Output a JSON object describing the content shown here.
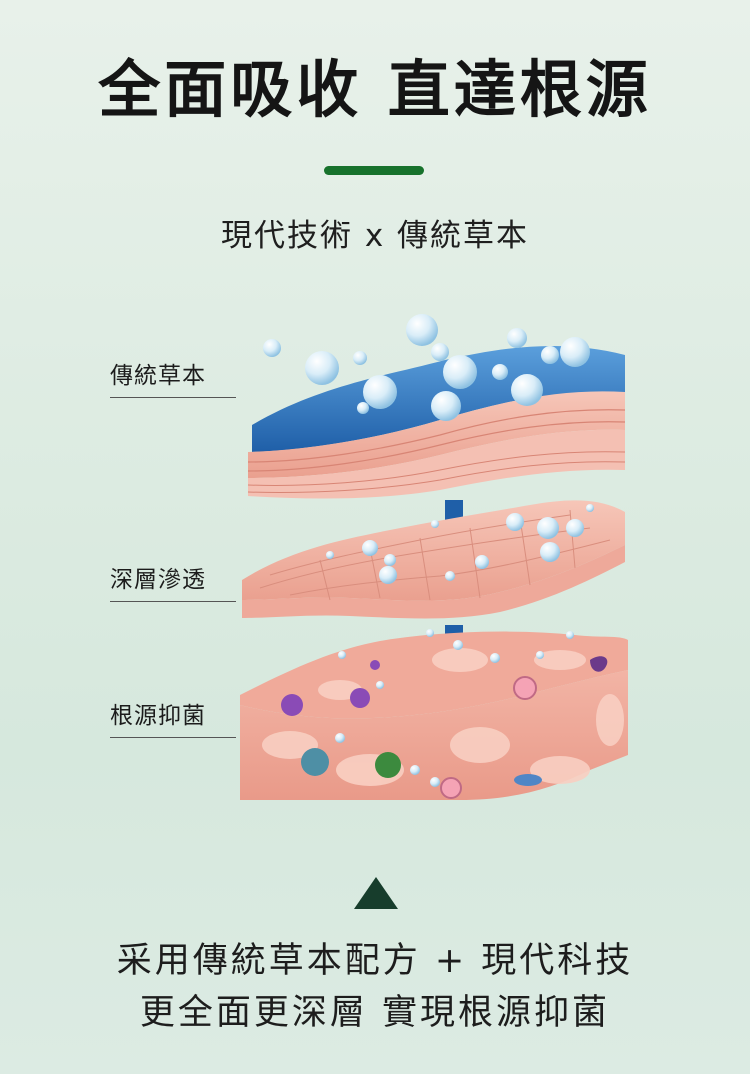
{
  "headline": "全面吸收 直達根源",
  "tagline": "現代技術 x 傳統草本",
  "layers": [
    {
      "label": "傳統草本"
    },
    {
      "label": "深層滲透"
    },
    {
      "label": "根源抑菌"
    }
  ],
  "footer": {
    "line1": "采用傳統草本配方 + 現代科技",
    "line2": "更全面更深層 實現根源抑菌"
  },
  "colors": {
    "accent": "#17722c",
    "background": "#dcebe1",
    "pointer": "#173d2c",
    "herbal_layer": "#2f6fb8",
    "skin": "#f2b5a6",
    "arrow": "#1f5fa8"
  }
}
